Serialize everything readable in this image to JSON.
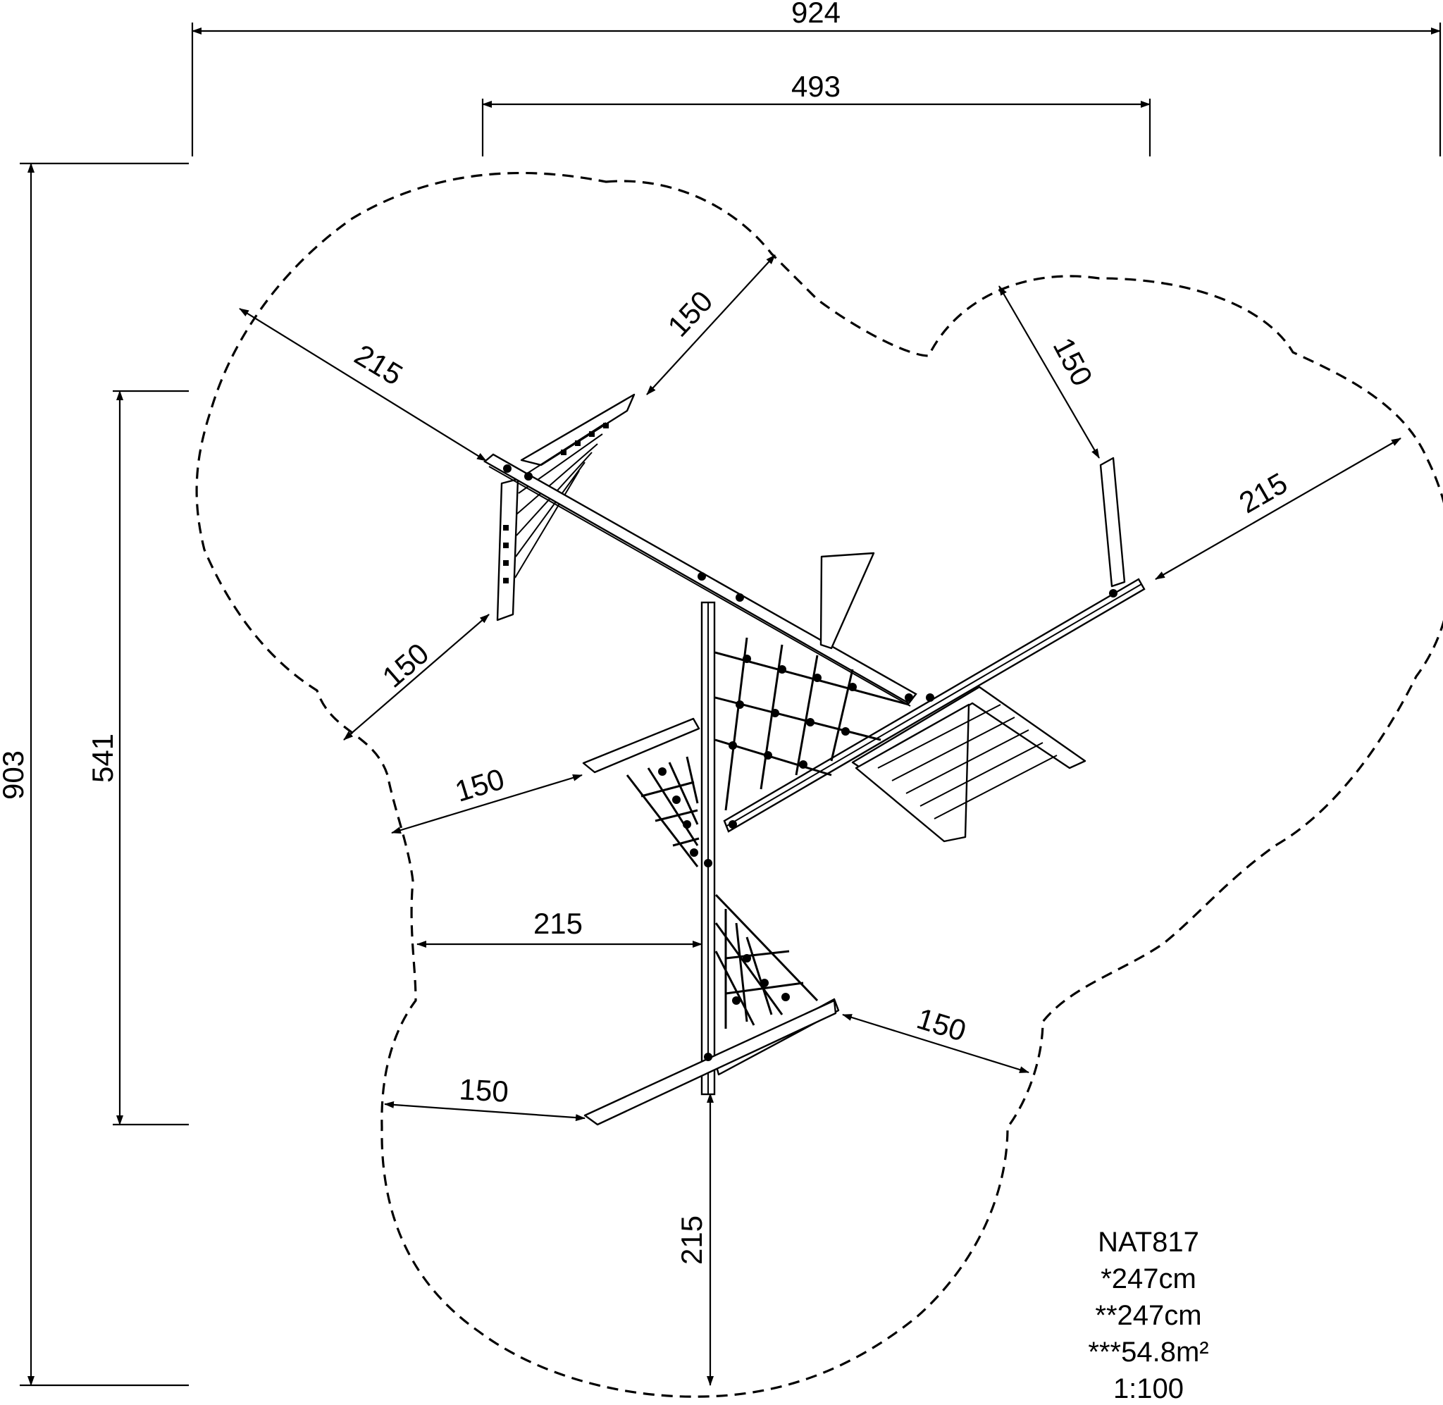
{
  "drawing": {
    "dimensions": {
      "overall_width": "924",
      "inner_width": "493",
      "overall_height": "903",
      "inner_height": "541",
      "safety_distances": [
        "215",
        "150",
        "150",
        "150",
        "215",
        "150",
        "215",
        "150",
        "150",
        "150",
        "215"
      ]
    },
    "product": {
      "code": "NAT817",
      "dim_star1": "*247cm",
      "dim_star2": "**247cm",
      "area": "***54.8m²",
      "scale": "1:100"
    }
  }
}
